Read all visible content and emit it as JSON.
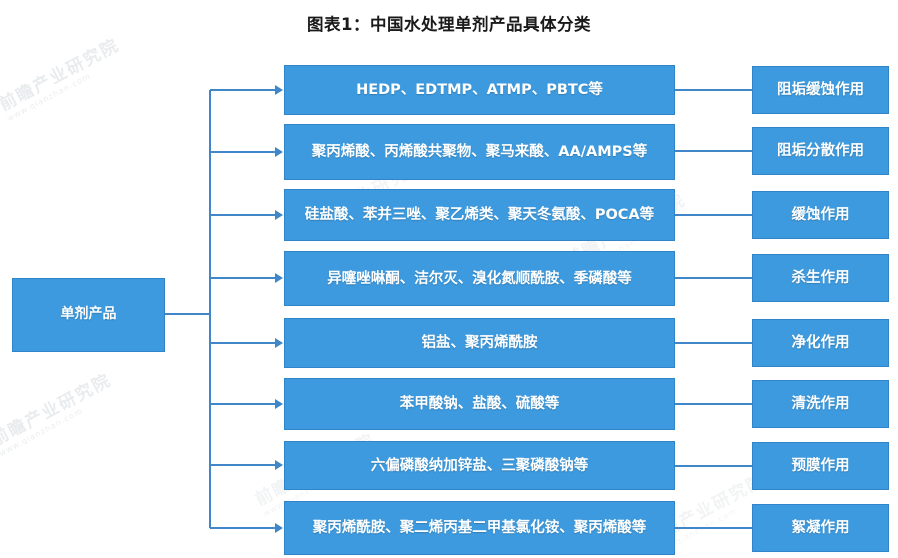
{
  "title": "图表1：中国水处理单剂产品具体分类",
  "root": {
    "label": "单剂产品"
  },
  "rows": [
    {
      "product": "HEDP、EDTMP、ATMP、PBTC等",
      "effect": "阻垢缓蚀作用"
    },
    {
      "product": "聚丙烯酸、丙烯酸共聚物、聚马来酸、AA/AMPS等",
      "effect": "阻垢分散作用"
    },
    {
      "product": "硅盐酸、苯并三唑、聚乙烯类、聚天冬氨酸、POCA等",
      "effect": "缓蚀作用"
    },
    {
      "product": "异噻唑啉酮、洁尔灭、溴化氮顺酰胺、季磷酸等",
      "effect": "杀生作用"
    },
    {
      "product": "铝盐、聚丙烯酰胺",
      "effect": "净化作用"
    },
    {
      "product": "苯甲酸钠、盐酸、硫酸等",
      "effect": "清洗作用"
    },
    {
      "product": "六偏磷酸纳加锌盐、三聚磷酸钠等",
      "effect": "预膜作用"
    },
    {
      "product": "聚丙烯酰胺、聚二烯丙基二甲基氯化铵、聚丙烯酸等",
      "effect": "絮凝作用"
    }
  ],
  "watermark": {
    "line1": "前瞻产业研究院",
    "line2": "www.qianzhan.com"
  },
  "colors": {
    "box_fill": "#3d9ade",
    "box_border": "#2f85c8",
    "connector": "#3f87c8",
    "text": "#ffffff"
  }
}
